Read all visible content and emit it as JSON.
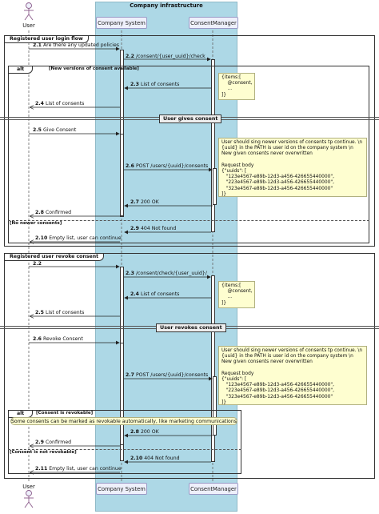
{
  "boundary": {
    "title": "Company infrastructure"
  },
  "participants": {
    "user": "User",
    "company": "Company System",
    "consent": "ConsentManager"
  },
  "group1": {
    "title": "Registered user login flow",
    "m1": {
      "num": "2.1",
      "text": "Are there any updated policies"
    },
    "m2": {
      "num": "2.2",
      "text": "/consent/{user_uuid}/check"
    },
    "alt": {
      "label": "alt",
      "guard1": "[New versions of consent available]",
      "guard2": "[No newer consents]"
    },
    "m3": {
      "num": "2.3",
      "text": "List of consents"
    },
    "note1": "{items:[\n    @consent,\n    ...\n]}",
    "m4": {
      "num": "2.4",
      "text": "List of consents"
    },
    "divider": "User gives consent",
    "m5": {
      "num": "2.5",
      "text": "Give Consent"
    },
    "note2": "User should sing newer versions of consents tp continue. \\n\n{uuid} in the PATH is user id on the company system \\n\nNew given consents never overwritten\n\nRequest body\n{\"uuids\": [\n   \"123e4567-e89b-12d3-a456-426655440000\",\n   \"223e4567-e89b-12d3-a456-426655440000\",\n   \"323e4567-e89b-12d3-a456-426655440000\"\n]}",
    "m6": {
      "num": "2.6",
      "text": "POST /users/{uuid}/consents"
    },
    "m7": {
      "num": "2.7",
      "text": "200 OK"
    },
    "m8": {
      "num": "2.8",
      "text": "Confirmed"
    },
    "m9": {
      "num": "2.9",
      "text": "404 Not found"
    },
    "m10": {
      "num": "2.10",
      "text": "Empty list, user can continue"
    }
  },
  "group2": {
    "title": "Registered user revoke consent",
    "m1": {
      "num": "2.2",
      "text": ""
    },
    "m2": {
      "num": "2.3",
      "text": "/consent/check/{user_uuid}/"
    },
    "m3": {
      "num": "2.4",
      "text": "List of consents"
    },
    "note1": "{items:[\n    @consent,\n    ...\n]}",
    "m4": {
      "num": "2.5",
      "text": "List of consents"
    },
    "divider": "User revokes consent",
    "m5": {
      "num": "2.6",
      "text": "Revoke Consent"
    },
    "note2": "User should sing newer versions of consents tp continue. \\n\n{uuid} in the PATH is user id on the company system \\n\nNew given consents never overwritten\n\nRequest body\n{\"uuids\": [\n   \"123e4567-e89b-12d3-a456-426655440000\",\n   \"223e4567-e89b-12d3-a456-426655440000\",\n   \"323e4567-e89b-12d3-a456-426655440000\"\n]}",
    "m6": {
      "num": "2.7",
      "text": "POST /users/{uuid}/consents"
    },
    "alt": {
      "label": "alt",
      "guard1": "[Consent is revokable]",
      "guard2": "[Consent is not revokable]"
    },
    "hnote": "Some consents can be marked as revokable automatically, like marketing communications",
    "m7": {
      "num": "2.8",
      "text": "200 OK"
    },
    "m8": {
      "num": "2.9",
      "text": "Confirmed"
    },
    "m9": {
      "num": "2.10",
      "text": "404 Not found"
    },
    "m10": {
      "num": "2.11",
      "text": "Empty list, user can continue"
    }
  }
}
